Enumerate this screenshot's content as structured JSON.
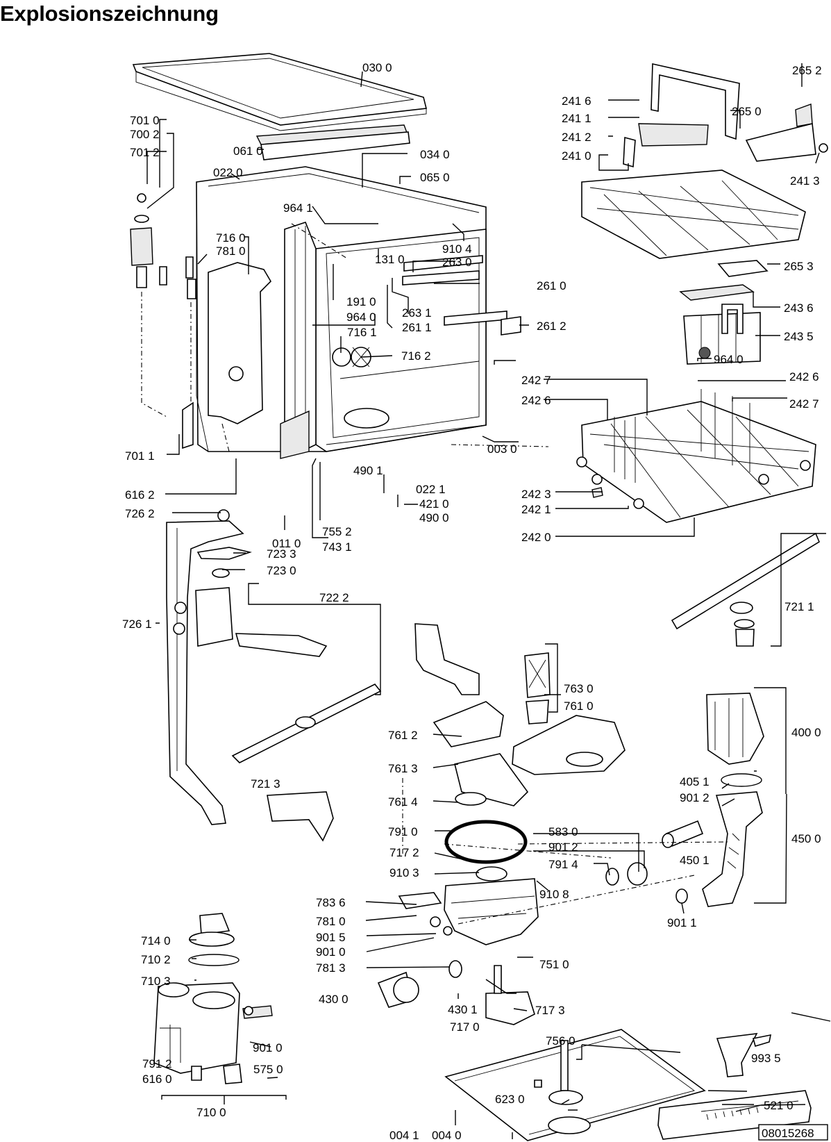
{
  "title": "Explosionszeichnung",
  "document_number": "08015268",
  "labels": [
    "030 0",
    "701 0",
    "700 2",
    "701 2",
    "061 0",
    "034 0",
    "022 0",
    "065 0",
    "964 1",
    "716 0",
    "781 0",
    "131 0",
    "910 4",
    "263 0",
    "191 0",
    "263 1",
    "964 0",
    "261 1",
    "716 1",
    "716 2",
    "261 0",
    "261 2",
    "003 0",
    "701 1",
    "490 1",
    "022 1",
    "421 0",
    "490 0",
    "616 2",
    "726 2",
    "011 0",
    "755 2",
    "743 1",
    "723 3",
    "723 0",
    "722 2",
    "726 1",
    "265 2",
    "241 6",
    "265 0",
    "241 1",
    "241 2",
    "241 0",
    "241 3",
    "265 3",
    "243 6",
    "243 5",
    "964 0",
    "242 7",
    "242 6",
    "242 6",
    "242 7",
    "242 3",
    "242 1",
    "242 0",
    "721 1",
    "763 0",
    "761 0",
    "761 2",
    "761 3",
    "761 4",
    "721 3",
    "400 0",
    "405 1",
    "901 2",
    "450 0",
    "791 0",
    "583 0",
    "901 2",
    "450 1",
    "791 4",
    "717 2",
    "910 3",
    "910 8",
    "783 6",
    "781 0",
    "901 5",
    "901 0",
    "781 3",
    "751 0",
    "901 1",
    "430 0",
    "430 1",
    "717 3",
    "717 0",
    "714 0",
    "710 2",
    "710 3",
    "901 0",
    "791 2",
    "575 0",
    "616 0",
    "710 0",
    "756 0",
    "623 0",
    "993 5",
    "521 0",
    "004 1",
    "004 0"
  ]
}
